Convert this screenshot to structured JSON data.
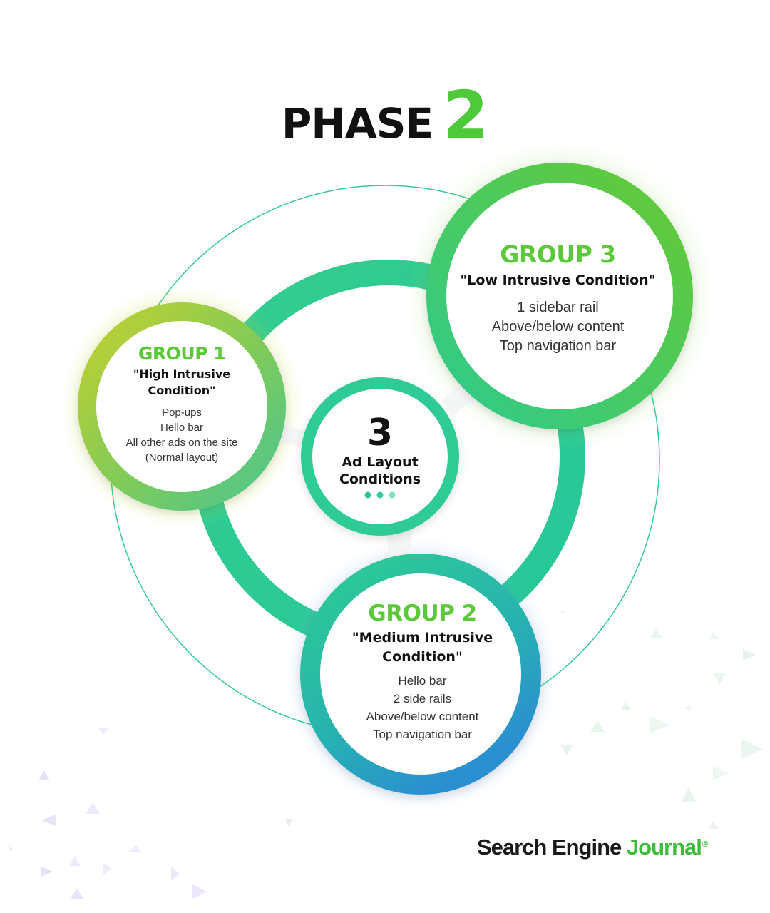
{
  "title": {
    "word": "PHASE",
    "number": "2"
  },
  "center": {
    "number": "3",
    "label_line1": "Ad Layout",
    "label_line2": "Conditions"
  },
  "groups": [
    {
      "name": "GROUP 1",
      "condition_line1": "\"High Intrusive",
      "condition_line2": "Condition\"",
      "items": [
        "Pop-ups",
        "Hello bar",
        "All other ads on the site",
        "(Normal layout)"
      ],
      "ring_colors": [
        "#b9cf34",
        "#58c98b"
      ]
    },
    {
      "name": "GROUP 2",
      "condition_line1": "\"Medium Intrusive",
      "condition_line2": "Condition\"",
      "items": [
        "Hello bar",
        "2 side rails",
        "Above/below content",
        "Top navigation bar"
      ],
      "ring_colors": [
        "#2ec6a0",
        "#2a8fd0"
      ]
    },
    {
      "name": "GROUP 3",
      "condition_line1": "\"Low Intrusive Condition\"",
      "condition_line2": "",
      "items": [
        "1 sidebar rail",
        "Above/below content",
        "Top navigation bar"
      ],
      "ring_colors": [
        "#2ec98f",
        "#63c93a"
      ]
    }
  ],
  "brand": {
    "part1": "Search Engine",
    "part2": "Journal",
    "mark": "®"
  },
  "colors": {
    "accent_green": "#4ec93a",
    "teal": "#2ecc94",
    "blue": "#2a8fd0",
    "text_dark": "#111111"
  }
}
